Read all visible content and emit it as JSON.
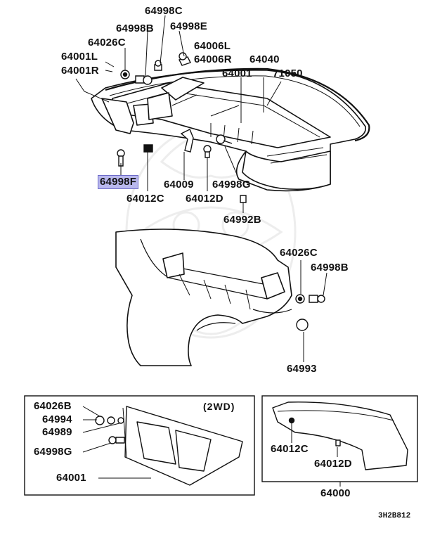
{
  "labels": {
    "c64998C": "64998C",
    "c64998B_top": "64998B",
    "c64998E": "64998E",
    "c64026C_top": "64026C",
    "c64006L": "64006L",
    "c64001L": "64001L",
    "c64006R": "64006R",
    "c64040": "64040",
    "c64001R": "64001R",
    "c64001_top": "64001",
    "c71050": "71050",
    "c64998F": "64998F",
    "c64009": "64009",
    "c64998G_top": "64998G",
    "c64012C_top": "64012C",
    "c64012D_top": "64012D",
    "c64992B": "64992B",
    "c64026C_mid": "64026C",
    "c64998B_mid": "64998B",
    "c64993": "64993",
    "c64026B": "64026B",
    "c64994": "64994",
    "c64989": "64989",
    "c64998G_inset": "64998G",
    "c64001_inset": "64001",
    "c64012C_inset": "64012C",
    "c64012D_inset": "64012D",
    "c64000": "64000"
  },
  "inset_left_title": "(2WD)",
  "diagram_code": "3H2B812",
  "highlight_color": "#b9b8ee"
}
